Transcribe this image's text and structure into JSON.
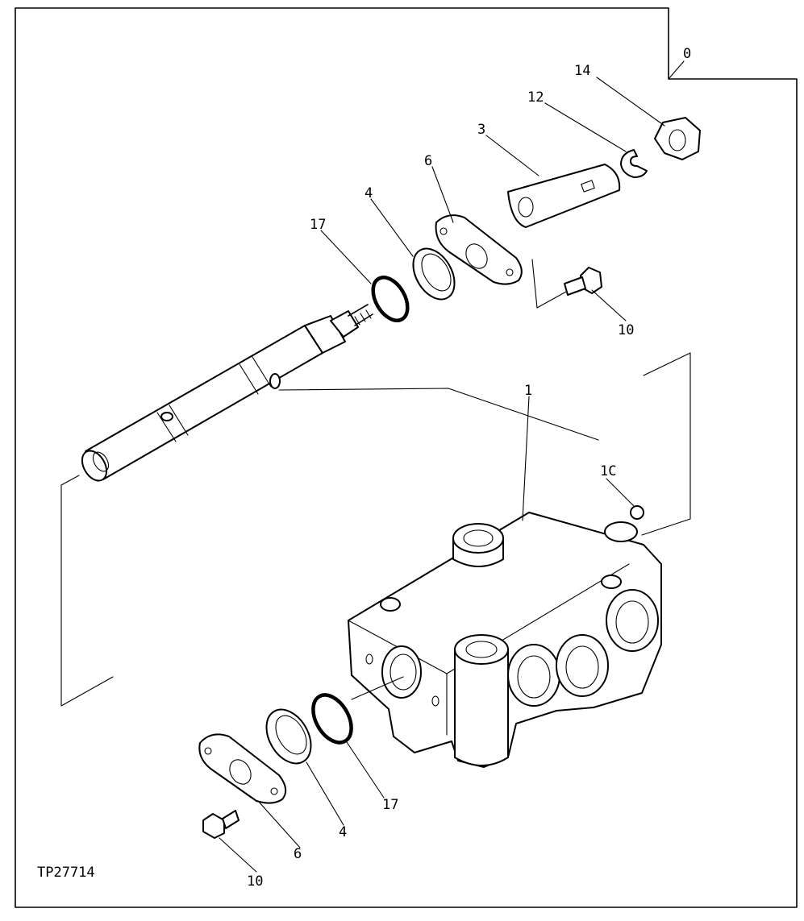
{
  "figure_id": "TP27714",
  "callouts": {
    "c0": "0",
    "c14": "14",
    "c12": "12",
    "c3": "3",
    "c6_top": "6",
    "c4_top": "4",
    "c17_top": "17",
    "c10_top": "10",
    "c1": "1",
    "c1c": "1C",
    "c17_bottom": "17",
    "c4_bottom": "4",
    "c6_bottom": "6",
    "c10_bottom": "10"
  }
}
